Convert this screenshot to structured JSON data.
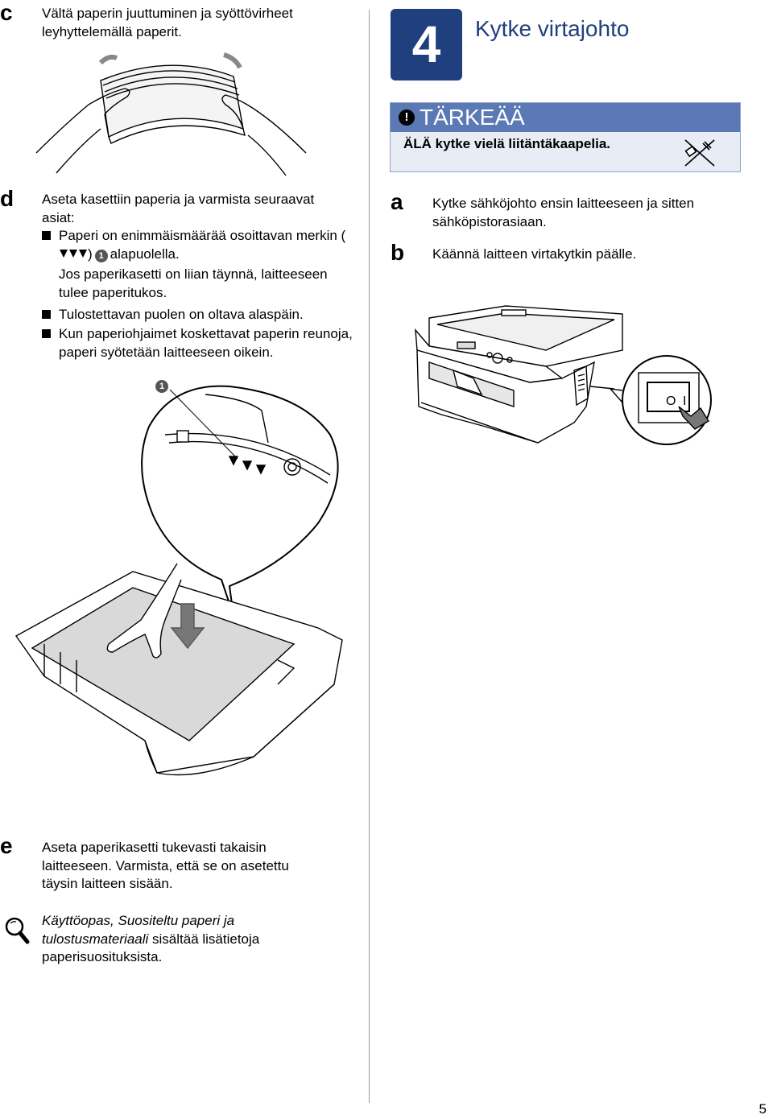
{
  "left": {
    "step_c": {
      "letter": "c",
      "text": "Vältä paperin juuttuminen ja syöttövirheet leyhyttelemällä paperit."
    },
    "step_d": {
      "letter": "d",
      "intro": "Aseta kasettiin paperia ja varmista seuraavat asiat:",
      "bullet1_pre": "Paperi on enimmäismäärää osoittavan merkin (",
      "bullet1_post": "alapuolella.",
      "bullet1_note": "Jos paperikasetti on liian täynnä, laitteeseen tulee paperitukos.",
      "bullet2": "Tulostettavan puolen on oltava alaspäin.",
      "bullet3": "Kun paperiohjaimet koskettavat paperin reunoja, paperi syötetään laitteeseen oikein.",
      "callout_num": "1"
    },
    "step_e": {
      "letter": "e",
      "text": "Aseta paperikasetti tukevasti takaisin laitteeseen. Varmista, että se on asetettu täysin laitteen sisään."
    },
    "note": {
      "italic": "Käyttöopas, Suositeltu paperi ja tulostusmateriaali",
      "rest": " sisältää lisätietoja paperisuosituksista."
    }
  },
  "right": {
    "step_number": "4",
    "title": "Kytke virtajohto",
    "important": {
      "icon": "!",
      "heading": "TÄRKEÄÄ",
      "text": "ÄLÄ kytke vielä liitäntäkaapelia."
    },
    "step_a": {
      "letter": "a",
      "text": "Kytke sähköjohto ensin laitteeseen ja sitten sähköpistorasiaan."
    },
    "step_b": {
      "letter": "b",
      "text": "Käännä laitteen virtakytkin päälle."
    },
    "switch_labels": [
      "O",
      "I"
    ]
  },
  "page_number": "5"
}
